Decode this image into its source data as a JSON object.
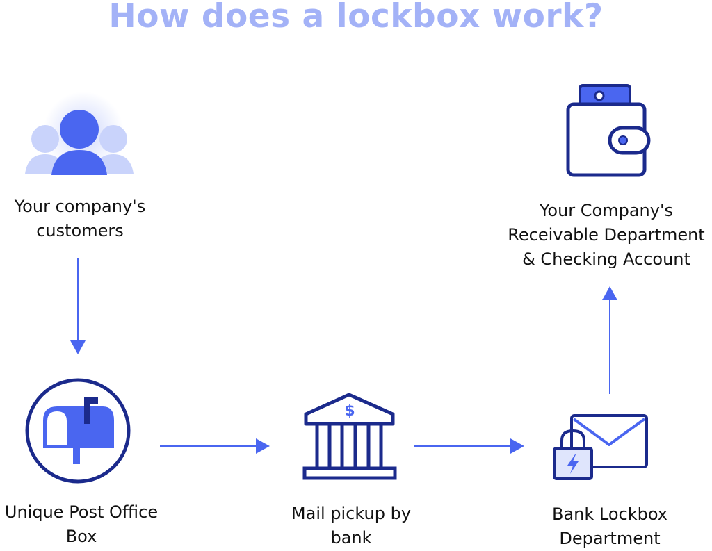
{
  "title": "How does a lockbox work?",
  "steps": {
    "customers": {
      "label": "Your company's\ncustomers",
      "icon": "customers-icon"
    },
    "po_box": {
      "label": "Unique Post Office\nBox",
      "icon": "mailbox-icon"
    },
    "bank_pickup": {
      "label": "Mail pickup by\nbank",
      "icon": "bank-icon"
    },
    "lockbox": {
      "label": "Bank Lockbox\nDepartment",
      "icon": "locked-envelope-icon"
    },
    "receivable": {
      "label": "Your Company's\nReceivable Department\n& Checking Account",
      "icon": "wallet-icon"
    }
  },
  "bank_symbol": "$",
  "colors": {
    "title": "#a3b2f7",
    "arrow": "#4a66f0",
    "icon_dark": "#1b2a8c",
    "icon_accent": "#4a66f0",
    "icon_light": "#c9d3fb",
    "label": "#111111"
  }
}
